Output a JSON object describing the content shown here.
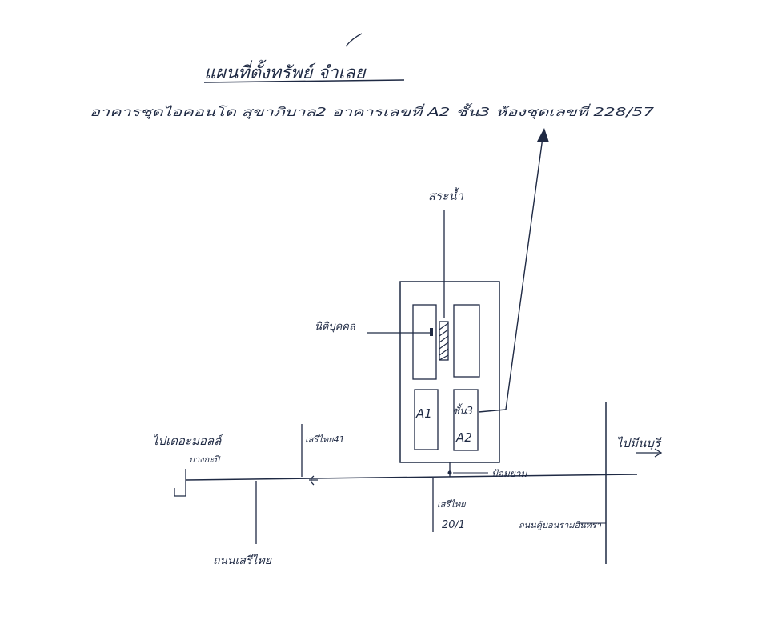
{
  "title": "แผนที่ตั้งทรัพย์ จำเลย",
  "subtitle": "อาคารชุดไอคอนโด สุขาภิบาล2 อาคารเลขที่ A2 ชั้น3 ห้องชุดเลขที่ 228/57",
  "labels": {
    "pool": "สระน้ำ",
    "juristic": "นิติบุคคล",
    "building_a1": "A1",
    "floor_3": "ชั้น3",
    "building_a2": "A2",
    "to_the_mall": "ไปเดอะมอลล์",
    "bangkapi": "บางกะปิ",
    "seri_thai_41": "เสรีไทย41",
    "guard_post": "ป้อมยาม",
    "seri_thai_20_1_line1": "เสรีไทย",
    "seri_thai_20_1_line2": "20/1",
    "to_minburi": "ไปมีนบุรี",
    "khubon_road": "ถนนคู้บอนรามอินทรา",
    "seri_thai_road": "ถนนเสรีไทย"
  },
  "colors": {
    "ink": "#1f2a44",
    "paper": "#ffffff"
  }
}
